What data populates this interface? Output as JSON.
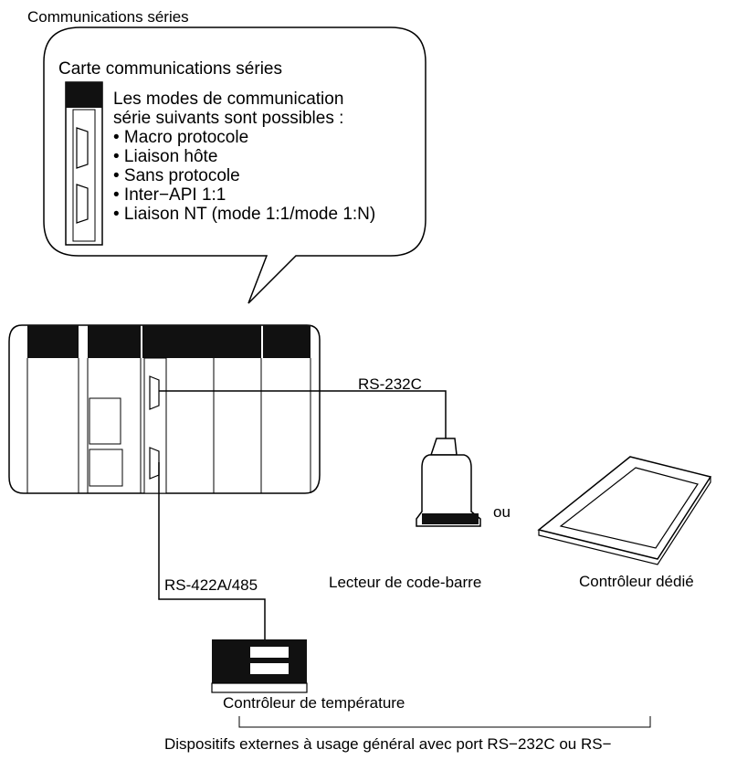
{
  "labels": {
    "top_title": "Communications séries",
    "card_title": "Carte communications séries",
    "description_lines": [
      "Les modes de communication",
      "série suivants sont possibles :",
      "• Macro protocole",
      "• Liaison hôte",
      "• Sans protocole",
      "• Inter−API 1:1",
      "• Liaison NT (mode 1:1/mode 1:N)"
    ],
    "rs232c": "RS-232C",
    "rs422": "RS-422A/485",
    "or_word": "ou",
    "barcode_reader": "Lecteur de code-barre",
    "dedicated_controller": "Contrôleur dédié",
    "temperature_controller": "Contrôleur de température",
    "bottom_caption": "Dispositifs externes à usage général avec port RS−232C ou RS−"
  },
  "colors": {
    "ink": "#000000",
    "panel_fill": "#ffffff",
    "dark_block": "#111111"
  }
}
